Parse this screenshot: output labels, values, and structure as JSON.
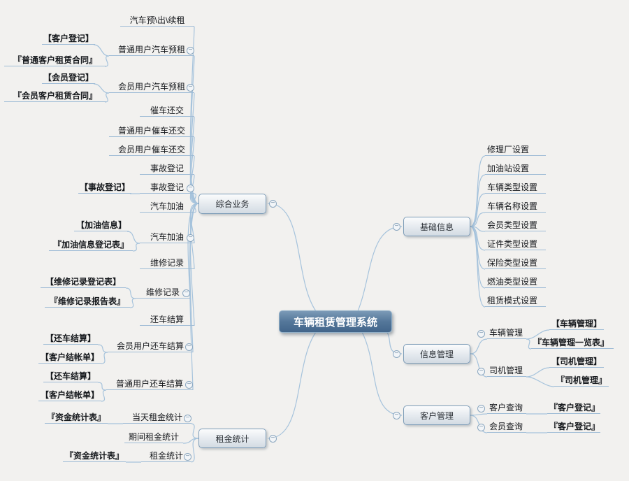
{
  "root": "车辆租赁管理系统",
  "branches": {
    "business": "综合业务",
    "rent": "租金统计",
    "base": "基础信息",
    "info": "信息管理",
    "customer": "客户管理"
  },
  "business": {
    "yuchuxu": "汽车预\\出\\续租",
    "putong_yuzu": "普通用户汽车预租",
    "kehu_dengji": "【客户登记】",
    "putong_hetong": "『普通客户租赁合同』",
    "huiyuan_dengji": "【会员登记】",
    "huiyuan_yuzu": "会员用户汽车预租",
    "huiyuan_hetong": "『会员客户租赁合同』",
    "cuiche": "催车还交",
    "putong_cuiche": "普通用户催车还交",
    "huiyuan_cuiche": "会员用户催车还交",
    "shigu": "事故登记",
    "shigu_sub": "事故登记",
    "shigu_dengji": "【事故登记】",
    "jiayou": "汽车加油",
    "jiayou_sub": "汽车加油",
    "jiayou_xinxi": "【加油信息】",
    "jiayou_biao": "『加油信息登记表』",
    "weixiu": "维修记录",
    "weixiu_sub": "维修记录",
    "weixiu_dengjibiao": "【维修记录登记表】",
    "weixiu_baogaobiao": "『维修记录报告表』",
    "huanche": "还车结算",
    "huiyuan_jiesuan": "会员用户还车结算",
    "putong_jiesuan": "普通用户还车结算",
    "huanche_jiesuan": "【还车结算】",
    "kehu_jiezhang": "【客户结帐单】"
  },
  "rent": {
    "dangtian": "当天租金统计",
    "qijian": "期间租金统计",
    "zujin_sub": "租金统计",
    "zijin_biao": "『资金统计表』"
  },
  "base": {
    "items": [
      "修理厂设置",
      "加油站设置",
      "车辆类型设置",
      "车辆名称设置",
      "会员类型设置",
      "证件类型设置",
      "保险类型设置",
      "燃油类型设置",
      "租赁模式设置"
    ]
  },
  "info": {
    "cheliang": "车辆管理",
    "cheliang_b": "【车辆管理】",
    "cheliang_list": "『车辆管理一览表』",
    "siji": "司机管理",
    "siji_b": "【司机管理】",
    "siji_list": "『司机管理』"
  },
  "customer": {
    "kehu_chaxun": "客户查询",
    "huiyuan_chaxun": "会员查询",
    "kehu_dengji": "『客户登记』"
  },
  "icons": {
    "collapse": "−"
  },
  "colors": {
    "line": "#a6c3dc",
    "root_bg": "#54779a",
    "canvas_bg": "#f2f1ef"
  }
}
